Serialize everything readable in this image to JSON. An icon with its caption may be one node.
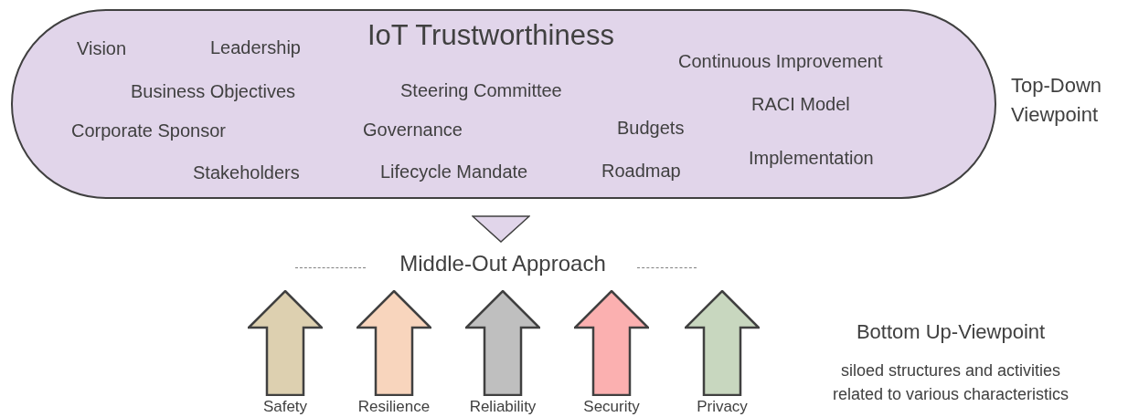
{
  "diagram": {
    "nodes": [
      {
        "text": [
          "IoT Trustworthiness",
          "Vision",
          "Leadership",
          "Continuous Improvement",
          "Business Objectives",
          "Steering Committee",
          "RACI Model",
          "Corporate Sponsor",
          "Governance",
          "Budgets",
          "Implementation",
          "Stakeholders",
          "Lifecycle Mandate",
          "Roadmap"
        ],
        "beside": [
          "Top-Down Viewpoint"
        ]
      },
      {
        "text": [],
        "shape": "triangle"
      },
      {
        "text": [],
        "shape": "arrow",
        "beside": [
          "Safety"
        ]
      },
      {
        "text": [],
        "shape": "arrow",
        "beside": [
          "Resilience"
        ]
      },
      {
        "text": [],
        "shape": "arrow",
        "beside": [
          "Reliability"
        ]
      },
      {
        "text": [],
        "shape": "arrow",
        "beside": [
          "Security"
        ]
      },
      {
        "text": [],
        "shape": "arrow",
        "beside": [
          "Privacy"
        ]
      }
    ],
    "labels": [
      "Middle-Out Approach",
      "Bottom Up-Viewpoint",
      "siloed structures and activities related to various characteristics"
    ]
  }
}
